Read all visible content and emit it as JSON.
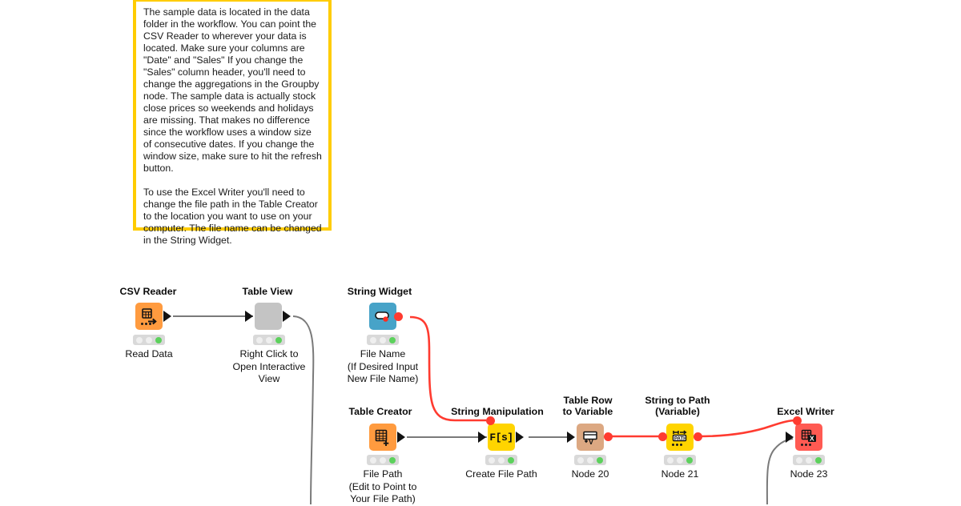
{
  "app": {
    "name": "KNIME Analytics Platform workflow canvas",
    "background_color": "#ffffff"
  },
  "annotation": {
    "name": "workflow-annotation",
    "border_color": "#FFCC00",
    "background_color": "#ffffff",
    "paragraphs": [
      "The sample data is located in the data folder in the workflow. You can point the CSV Reader to wherever your data is located. Make sure your columns are \"Date\" and \"Sales\" If you change the \"Sales\" column header, you'll need to change the aggregations in the Groupby node. The sample data is actually stock close prices so weekends and holidays are missing. That makes no difference since the workflow uses a window size of consecutive dates. If you change the window size, make sure to hit the refresh button.",
      "To use the Excel Writer you'll need to change the file path in the Table Creator to the location you want to use on your computer. The file name can be changed in the String Widget."
    ]
  },
  "nodes": [
    {
      "id": "csv-reader",
      "title": "CSV Reader",
      "subtitle": "Read Data",
      "icon": "csv-reader-icon",
      "color": "#FF9B3F",
      "status": [
        "idle",
        "idle",
        "green"
      ]
    },
    {
      "id": "table-view",
      "title": "Table View",
      "subtitle": "Right Click to\nOpen Interactive\nView",
      "icon": "table-view-icon",
      "color": "#C4C4C4",
      "status": [
        "idle",
        "idle",
        "green"
      ]
    },
    {
      "id": "string-widget",
      "title": "String Widget",
      "subtitle": "File Name\n(If Desired Input\nNew File Name)",
      "icon": "string-widget-icon",
      "color": "#47A3C8",
      "status": [
        "idle",
        "idle",
        "green"
      ]
    },
    {
      "id": "table-creator",
      "title": "Table Creator",
      "subtitle": "File Path\n(Edit to Point to\nYour File Path)",
      "icon": "table-creator-icon",
      "color": "#FF9B3F",
      "status": [
        "idle",
        "idle",
        "green"
      ]
    },
    {
      "id": "string-manipulation",
      "title": "String Manipulation",
      "subtitle": "Create File Path",
      "icon": "string-manipulation-icon",
      "icon_text": "F[s]",
      "color": "#FFD400",
      "status": [
        "idle",
        "idle",
        "green"
      ]
    },
    {
      "id": "table-row-to-variable",
      "title": "Table Row\nto Variable",
      "subtitle": "Node 20",
      "icon": "table-row-to-variable-icon",
      "color": "#DCA882",
      "status": [
        "idle",
        "idle",
        "green"
      ]
    },
    {
      "id": "string-to-path",
      "title": "String to Path\n(Variable)",
      "subtitle": "Node 21",
      "icon": "string-to-path-icon",
      "icon_text": "PATH",
      "color": "#FFD400",
      "status": [
        "idle",
        "idle",
        "green"
      ]
    },
    {
      "id": "excel-writer",
      "title": "Excel Writer",
      "subtitle": "Node 23",
      "icon": "excel-writer-icon",
      "color": "#FF5A52",
      "status": [
        "idle",
        "idle",
        "green"
      ]
    }
  ],
  "connections": {
    "data_color": "#7a7a7a",
    "variable_color": "#FF3B30"
  }
}
